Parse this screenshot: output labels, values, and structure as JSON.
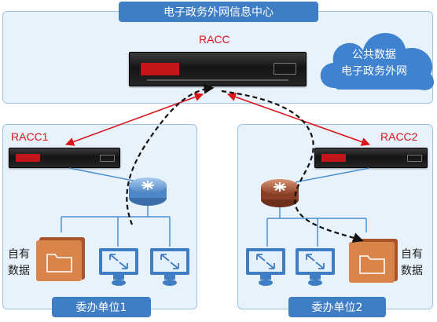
{
  "center": {
    "title": "电子政务外网信息中心",
    "device_label": "RACC",
    "cloud_line1": "公共数据",
    "cloud_line2": "电子政务外网"
  },
  "left_unit": {
    "device_label": "RACC1",
    "data_line1": "自有",
    "data_line2": "数据",
    "unit_name": "委办单位1"
  },
  "right_unit": {
    "device_label": "RACC2",
    "data_line1": "自有",
    "data_line2": "数据",
    "unit_name": "委办单位2"
  },
  "colors": {
    "zone_fill": "#e8f2fb",
    "zone_border": "#9fc4e6",
    "label_fill": "#3f7dc4",
    "arrow_red": "#d9141b",
    "router_blue": "#6fa3d8",
    "router_brown": "#a1553a",
    "folder_orange": "#d9844a",
    "cloud_blue": "#3f82cf"
  }
}
